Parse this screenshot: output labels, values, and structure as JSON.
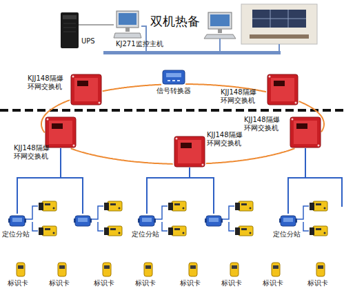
{
  "diagram": {
    "title": "双机热备",
    "nodes": [
      {
        "text": [
          "UPS"
        ]
      },
      {
        "text": [
          "KJ271监控主机"
        ]
      },
      {
        "text": [
          "KJJ148隔爆 环网交换机"
        ]
      },
      {
        "text": [
          "信号转换器"
        ]
      },
      {
        "text": [
          "KJJ148隔爆 环网交换机"
        ]
      },
      {
        "text": [
          "KJJ148隔爆 环网交换机"
        ]
      },
      {
        "text": [
          "KJJ148隔爆 环网交换机"
        ]
      },
      {
        "text": [
          "KJJ148隔爆 环网交换机"
        ]
      },
      {
        "text": [
          "定位分站"
        ]
      },
      {
        "text": [
          "定位分站"
        ]
      },
      {
        "text": [
          "定位分站"
        ]
      },
      {
        "text": [
          "标识卡"
        ]
      },
      {
        "text": [
          "标识卡"
        ]
      },
      {
        "text": [
          "标识卡"
        ]
      },
      {
        "text": [
          "标识卡"
        ]
      },
      {
        "text": [
          "标识卡"
        ]
      },
      {
        "text": [
          "标识卡"
        ]
      },
      {
        "text": [
          "标识卡"
        ]
      },
      {
        "text": [
          "标识卡"
        ]
      }
    ],
    "edges": [
      {
        "from": 0,
        "to": 1,
        "arrow": "none"
      },
      {
        "from": 2,
        "to": 3,
        "arrow": "none"
      },
      {
        "from": 3,
        "to": 4,
        "arrow": "none"
      },
      {
        "from": 4,
        "to": 7,
        "arrow": "none"
      },
      {
        "from": 7,
        "to": 6,
        "arrow": "none"
      },
      {
        "from": 6,
        "to": 5,
        "arrow": "none"
      },
      {
        "from": 5,
        "to": 2,
        "arrow": "none"
      },
      {
        "from": 5,
        "to": 8,
        "arrow": "none"
      },
      {
        "from": 6,
        "to": 9,
        "arrow": "none"
      },
      {
        "from": 7,
        "to": 10,
        "arrow": "none"
      }
    ]
  }
}
